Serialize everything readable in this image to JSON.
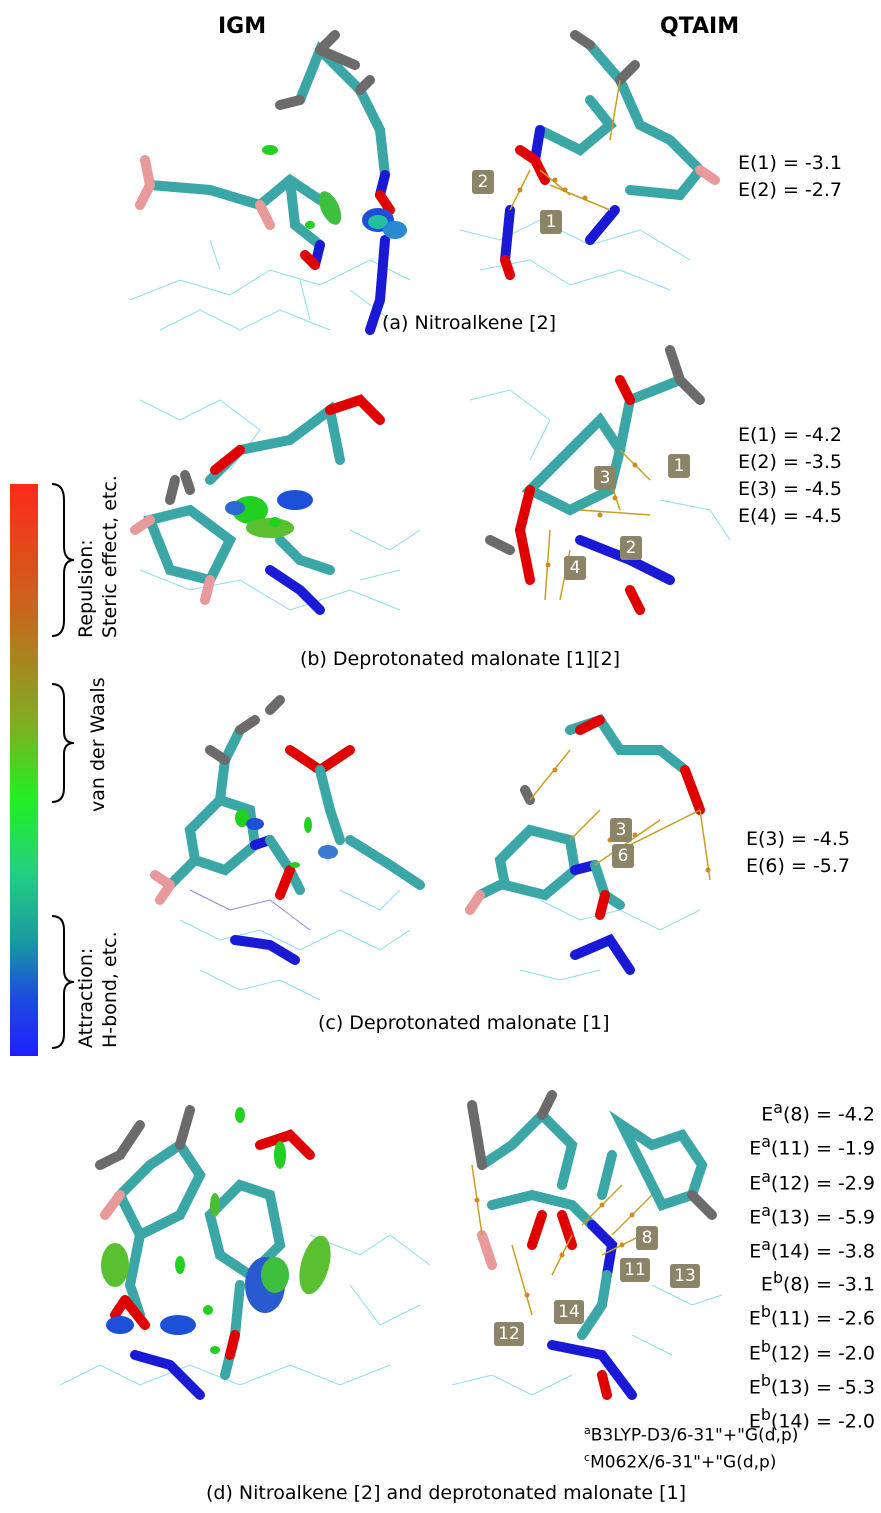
{
  "headers": {
    "left": "IGM",
    "right": "QTAIM"
  },
  "panels": [
    {
      "caption": "(a) Nitroalkene  [2]",
      "energies": [
        "E(1) = -3.1",
        "E(2) = -2.7"
      ],
      "labels": [
        "2",
        "1"
      ]
    },
    {
      "caption": "(b) Deprotonated malonate [1][2]",
      "energies": [
        "E(1) = -4.2",
        "E(2) = -3.5",
        "E(3) = -4.5",
        "E(4) = -4.5"
      ],
      "labels": [
        "1",
        "3",
        "2",
        "4"
      ]
    },
    {
      "caption": "(c) Deprotonated malonate [1]",
      "energies": [
        "E(3) = -4.5",
        "E(6) = -5.7"
      ],
      "labels": [
        "3",
        "6"
      ]
    },
    {
      "caption": "(d) Nitroalkene [2] and deprotonated malonate [1]",
      "energies_a": [
        {
          "sup": "a",
          "idx": "(8) = -4.2"
        },
        {
          "sup": "a",
          "idx": "(11) = -1.9"
        },
        {
          "sup": "a",
          "idx": "(12) = -2.9"
        },
        {
          "sup": "a",
          "idx": "(13) = -5.9"
        },
        {
          "sup": "a",
          "idx": "(14) = -3.8"
        }
      ],
      "energies_b": [
        {
          "sup": "b",
          "idx": "(8) = -3.1"
        },
        {
          "sup": "b",
          "idx": "(11) = -2.6"
        },
        {
          "sup": "b",
          "idx": "(12) = -2.0"
        },
        {
          "sup": "b",
          "idx": "(13) = -5.3"
        },
        {
          "sup": "b",
          "idx": "(14) = -2.0"
        }
      ],
      "labels": [
        "8",
        "11",
        "13",
        "14",
        "12"
      ],
      "footnotes": [
        {
          "sup": "a",
          "text": "B3LYP-D3/6-31\"+\"G(d,p)"
        },
        {
          "sup": "c",
          "text": "M062X/6-31\"+\"G(d,p)"
        }
      ]
    }
  ],
  "legend": {
    "repulsion": [
      "Repulsion:",
      "Steric effect, etc."
    ],
    "vdw": "van der Waals",
    "attraction": [
      "Attraction:",
      "H-bond, etc."
    ]
  },
  "colors": {
    "carbon": "#3aa6a6",
    "oxygen": "#e00000",
    "nitrogen": "#1a1ad6",
    "hydrogen": "#6b6b6b",
    "halogen": "#e89a9a",
    "bond_path": "#c8a020",
    "label_box": "#8c8468"
  }
}
